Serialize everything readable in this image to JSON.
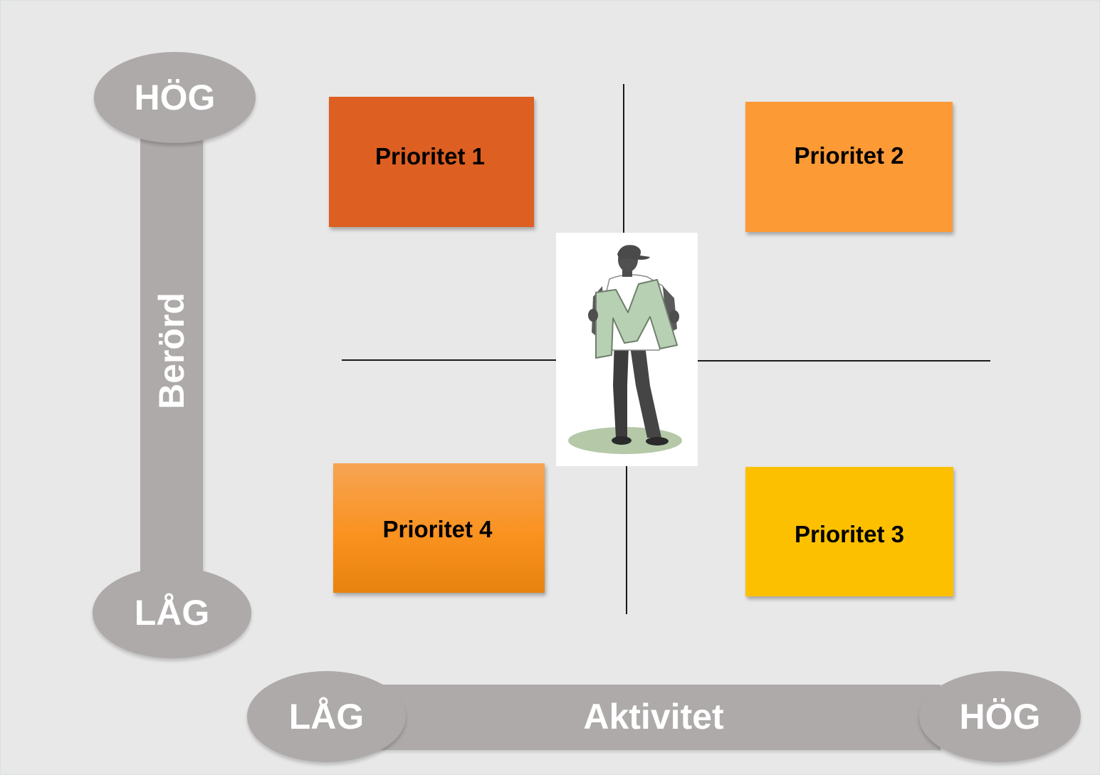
{
  "diagram": {
    "y_axis": {
      "label": "Berörd",
      "high": "HÖG",
      "low": "LÅG"
    },
    "x_axis": {
      "label": "Aktivitet",
      "low": "LÅG",
      "high": "HÖG"
    },
    "quadrants": [
      {
        "label": "Prioritet 1",
        "color": "#de5f22"
      },
      {
        "label": "Prioritet 2",
        "color": "#fc9a36"
      },
      {
        "label": "Prioritet 3",
        "color": "#fdc000"
      },
      {
        "label": "Prioritet 4",
        "color": "#fa9220"
      }
    ],
    "center_illustration": "person-holding-letter-m-icon",
    "colors": {
      "background": "#e8e8e8",
      "axis_gray": "#aeaaa9",
      "axis_text": "#ffffff"
    }
  }
}
